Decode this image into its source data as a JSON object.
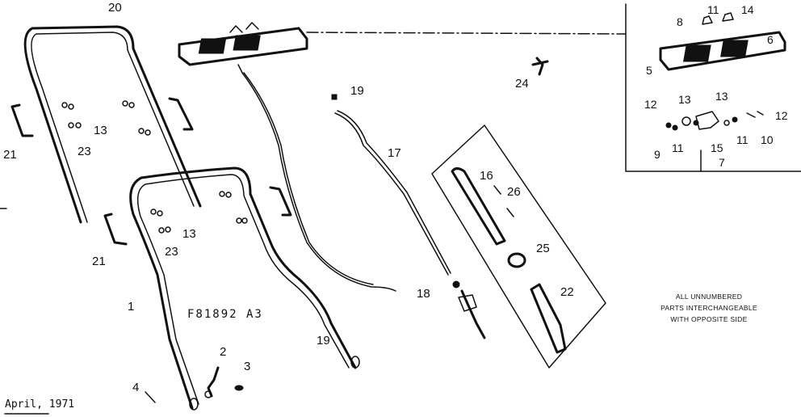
{
  "drawing": {
    "model_code": "F81892 A3",
    "date": "April, 1971",
    "note_lines": [
      "ALL UNNUMBERED",
      "PARTS INTERCHANGEABLE",
      "WITH OPPOSITE SIDE"
    ]
  },
  "callouts": {
    "c1": "1",
    "c2": "2",
    "c3": "3",
    "c4": "4",
    "c5": "5",
    "c6": "6",
    "c7": "7",
    "c8": "8",
    "c9": "9",
    "c10": "10",
    "c11a": "11",
    "c11b": "11",
    "c11c": "11",
    "c12a": "12",
    "c12b": "12",
    "c13a": "13",
    "c13b": "13",
    "c13c": "13",
    "c13d": "13",
    "c14": "14",
    "c15": "15",
    "c16": "16",
    "c17": "17",
    "c18": "18",
    "c19a": "19",
    "c19b": "19",
    "c20": "20",
    "c21a": "21",
    "c21b": "21",
    "c22": "22",
    "c23a": "23",
    "c23b": "23",
    "c24": "24",
    "c25": "25",
    "c26": "26"
  }
}
